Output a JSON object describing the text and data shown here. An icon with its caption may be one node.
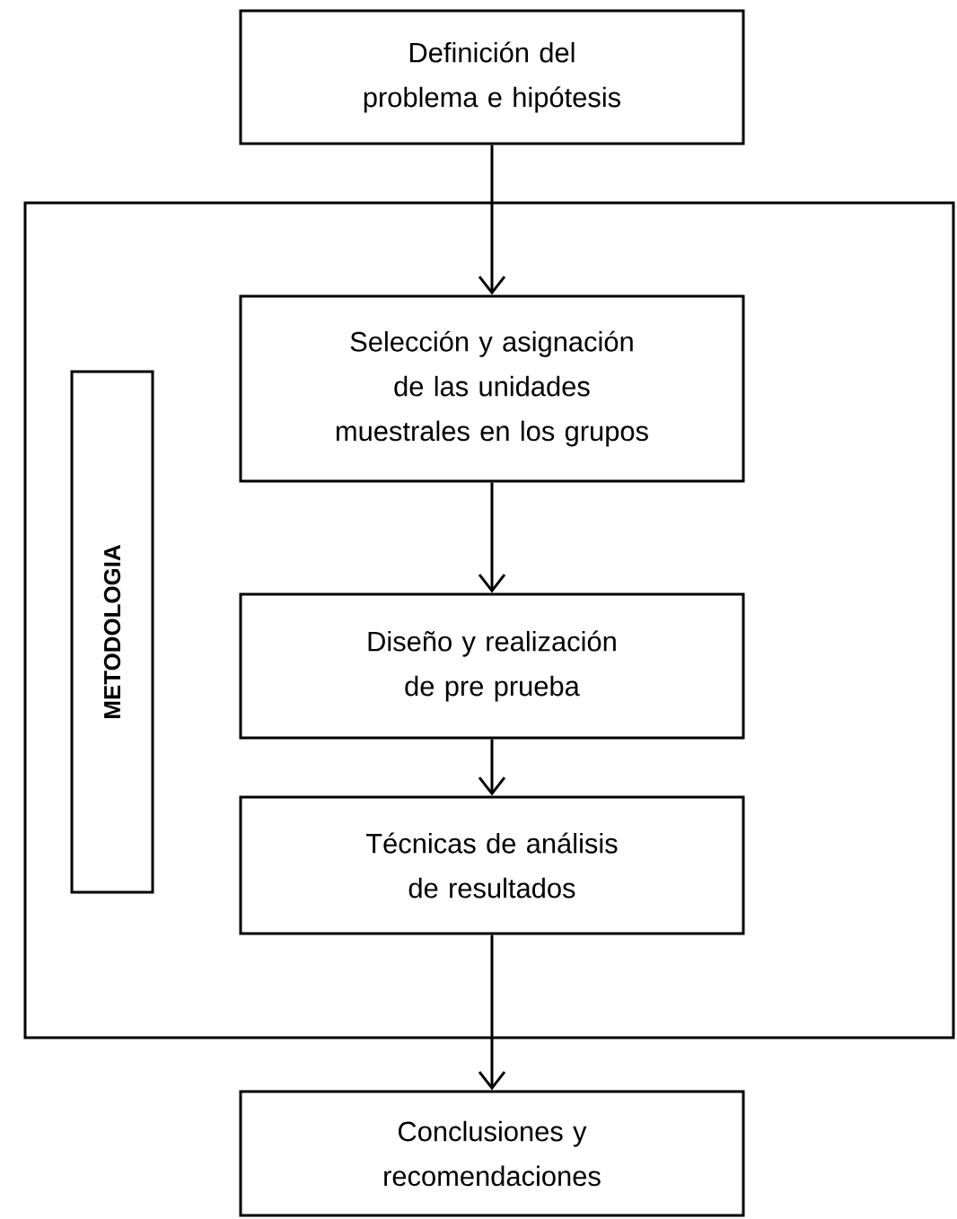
{
  "diagram": {
    "nodes": [
      {
        "text": [
          "Definición del problema e hipótesis"
        ]
      },
      {
        "text": [],
        "shape": "box"
      },
      {
        "text": [
          "METODOLOGIA"
        ],
        "in": 1
      },
      {
        "text": [
          "Selección y asignación de las unidades muestrales en los grupos"
        ],
        "in": 1
      },
      {
        "text": [
          "Diseño y realización de pre prueba"
        ],
        "in": 1
      },
      {
        "text": [
          "Técnicas de análisis de resultados"
        ],
        "in": 1
      },
      {
        "text": [
          "Conclusiones y recomendaciones"
        ]
      }
    ],
    "edges": [
      {
        "from": 0,
        "to": 3,
        "arrow": "to"
      },
      {
        "from": 3,
        "to": 4,
        "arrow": "to"
      },
      {
        "from": 4,
        "to": 5,
        "arrow": "to"
      },
      {
        "from": 5,
        "to": 6,
        "arrow": "to"
      }
    ]
  }
}
